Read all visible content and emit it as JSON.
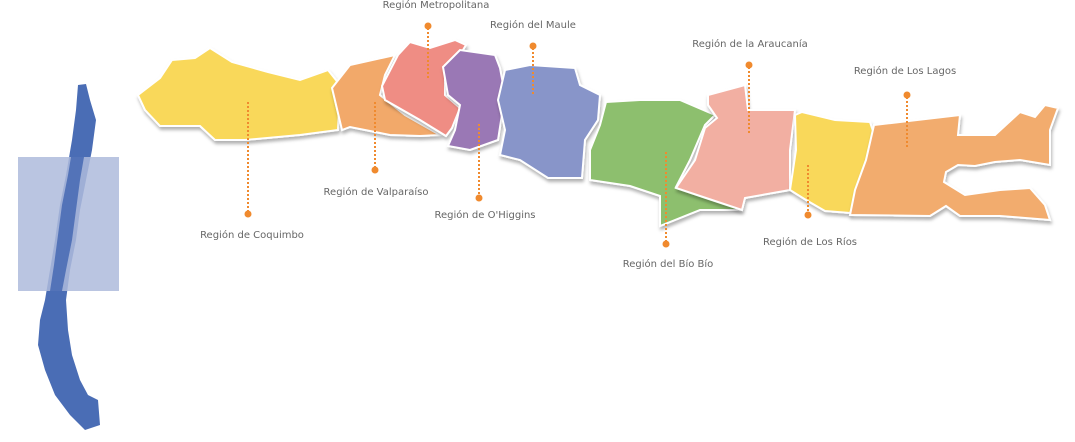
{
  "map": {
    "overview": {
      "fill": "#4A6DB5",
      "highlight": "#AEBBDC"
    },
    "leader_color": "#F08A2E",
    "regions": [
      {
        "name": "Región de Coquimbo",
        "color": "#F9D85A"
      },
      {
        "name": "Región de Valparaíso",
        "color": "#F2A96B"
      },
      {
        "name": "Región Metropolitana",
        "color": "#EF8D84"
      },
      {
        "name": "Región de O'Higgins",
        "color": "#9A78B5"
      },
      {
        "name": "Región del Maule",
        "color": "#8895C9"
      },
      {
        "name": "Región del Bío Bío",
        "color": "#8DBF6E"
      },
      {
        "name": "Región de la Araucanía",
        "color": "#F2AFA2"
      },
      {
        "name": "Región de Los Ríos",
        "color": "#F9D85A"
      },
      {
        "name": "Región de Los Lagos",
        "color": "#F2AC6E"
      }
    ]
  }
}
